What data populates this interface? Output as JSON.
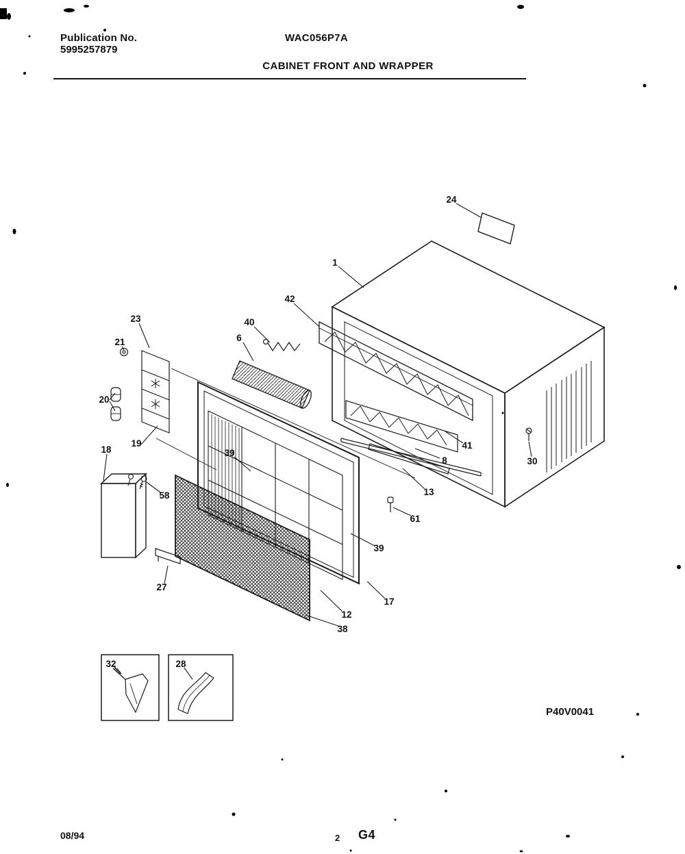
{
  "header": {
    "publication_label": "Publication No.",
    "publication_number": "5995257879",
    "model": "WAC056P7A",
    "title": "CABINET FRONT AND WRAPPER"
  },
  "footer": {
    "diagram_code": "P40V0041",
    "date": "08/94",
    "page_number": "2",
    "grid_code": "G4"
  },
  "diagram": {
    "ink_color": "#1a1a1a"
  },
  "callouts": {
    "c1": "1",
    "c6": "6",
    "c8": "8",
    "c12": "12",
    "c13": "13",
    "c17": "17",
    "c18": "18",
    "c19": "19",
    "c20": "20",
    "c21": "21",
    "c23": "23",
    "c24": "24",
    "c27": "27",
    "c28": "28",
    "c30": "30",
    "c32": "32",
    "c38": "38",
    "c39a": "39",
    "c39b": "39",
    "c40": "40",
    "c41": "41",
    "c42": "42",
    "c58": "58",
    "c61": "61"
  }
}
